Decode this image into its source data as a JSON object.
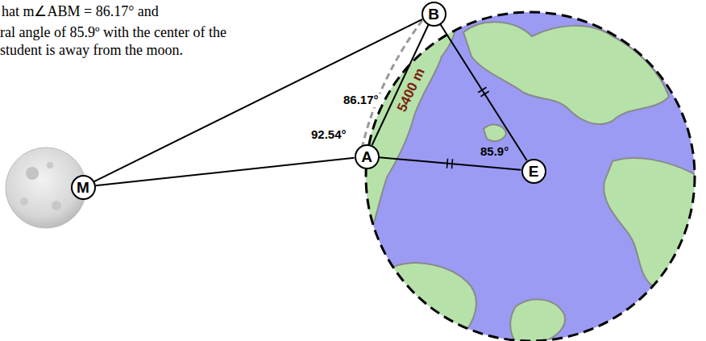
{
  "diagram": {
    "nodes": [
      {
        "text": [
          "B"
        ]
      },
      {
        "text": [
          "A"
        ]
      },
      {
        "text": [
          "E"
        ]
      },
      {
        "text": [
          "M"
        ]
      }
    ],
    "edges": [
      {
        "from": 0,
        "to": 3,
        "arrow": "none"
      },
      {
        "from": 1,
        "to": 3,
        "arrow": "none"
      },
      {
        "from": 1,
        "to": 0,
        "label": "5400 m",
        "arrow": "none"
      },
      {
        "from": 0,
        "to": 2,
        "arrow": "none"
      },
      {
        "from": 1,
        "to": 2,
        "arrow": "none"
      }
    ],
    "labels": [
      "hat m∠ABM = 86.17° and",
      "ral angle of 85.9º with the center of the",
      "student is away from the moon.",
      "86.17°",
      "92.54°",
      "85.9°"
    ]
  }
}
